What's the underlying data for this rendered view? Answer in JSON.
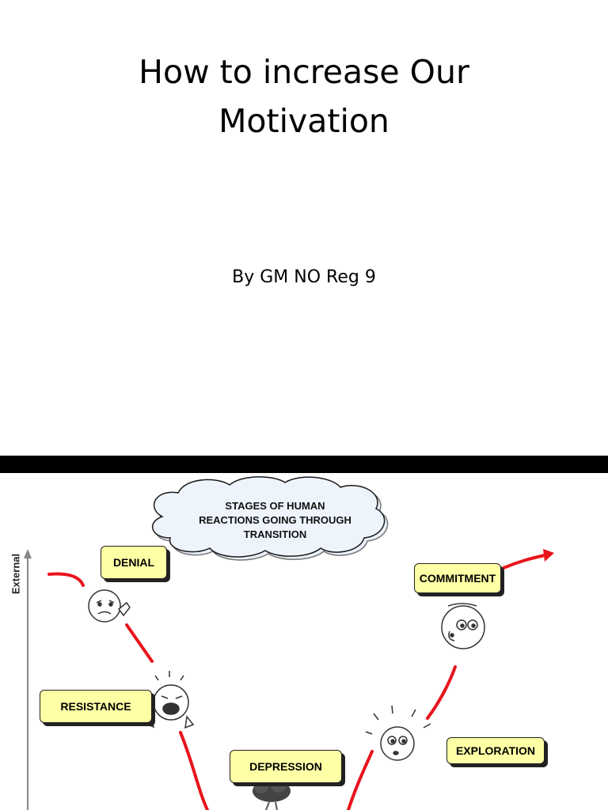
{
  "slide_title": {
    "line1": "How to increase Our",
    "line2": "Motivation"
  },
  "subtitle": "By GM NO Reg 9",
  "diagram": {
    "heading_line1": "STAGES OF HUMAN",
    "heading_line2": "REACTIONS GOING THROUGH",
    "heading_line3": "TRANSITION",
    "y_axis_label": "External",
    "stages": {
      "denial": "DENIAL",
      "resistance": "RESISTANCE",
      "depression": "DEPRESSION",
      "exploration": "EXPLORATION",
      "commitment": "COMMITMENT"
    },
    "colors": {
      "curve": "#e8141c",
      "box_fill": "#ffffa6",
      "cloud_fill": "#dde8f7"
    }
  }
}
